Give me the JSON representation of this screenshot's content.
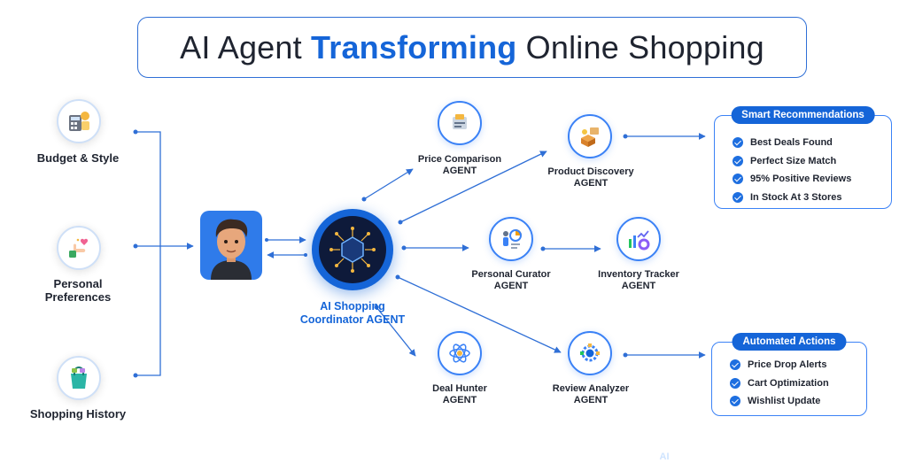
{
  "title": {
    "part1": "AI Agent ",
    "highlight": "Transforming",
    "part2": " Online Shopping"
  },
  "inputs": [
    {
      "label": "Budget & Style",
      "icon": "calculator-icon"
    },
    {
      "label_line1": "Personal",
      "label_line2": "Preferences",
      "icon": "heart-hand-icon"
    },
    {
      "label": "Shopping History",
      "icon": "shopping-bag-icon"
    }
  ],
  "coordinator": {
    "chip_text": "AI",
    "label_line1": "AI Shopping",
    "label_line2": "Coordinator AGENT"
  },
  "agents": {
    "price_comparison": {
      "line1": "Price Comparison",
      "line2": "AGENT"
    },
    "product_discovery": {
      "line1": "Product Discovery",
      "line2": "AGENT"
    },
    "personal_curator": {
      "line1": "Personal Curator",
      "line2": "AGENT"
    },
    "inventory_tracker": {
      "line1": "Inventory Tracker",
      "line2": "AGENT"
    },
    "deal_hunter": {
      "line1": "Deal Hunter",
      "line2": "AGENT"
    },
    "review_analyzer": {
      "line1": "Review Analyzer",
      "line2": "AGENT"
    }
  },
  "smart_recommendations": {
    "title": "Smart Recommendations",
    "items": [
      "Best Deals Found",
      "Perfect Size Match",
      "95% Positive Reviews",
      "In Stock At 3 Stores"
    ]
  },
  "automated_actions": {
    "title": "Automated Actions",
    "items": [
      "Price Drop Alerts",
      "Cart Optimization",
      "Wishlist Update"
    ]
  },
  "colors": {
    "accent": "#1565d8",
    "line": "#2f6fd6",
    "dark_chip": "#0e1a3a"
  }
}
